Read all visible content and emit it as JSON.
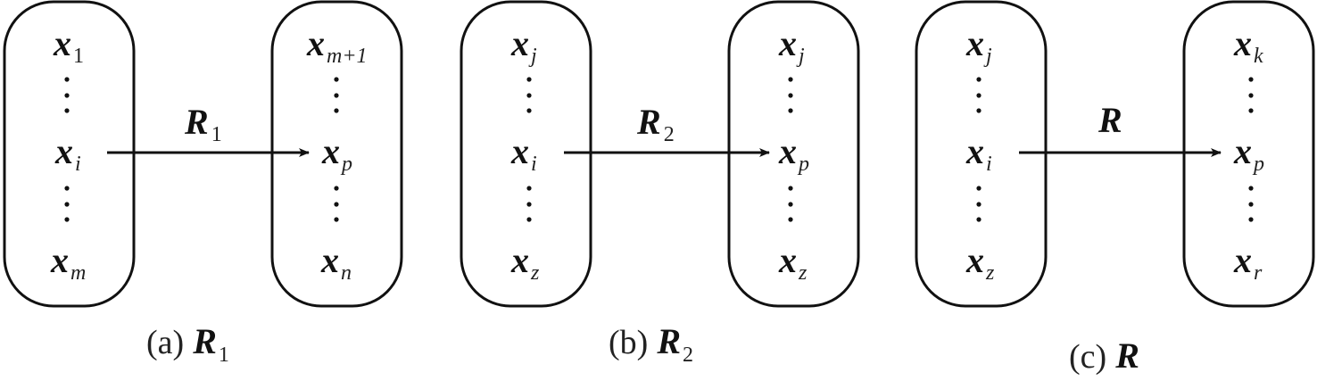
{
  "colors": {
    "stroke": "#111111",
    "background": "#ffffff"
  },
  "panels": [
    {
      "id": "a",
      "caption_prefix": "(a)",
      "caption_symbol": "R",
      "caption_sub": "1",
      "arrow_label": "R",
      "arrow_label_sub": "1",
      "left_set": [
        {
          "base": "x",
          "sub": "1",
          "sub_italic": false
        },
        {
          "base": "x",
          "sub": "i",
          "sub_italic": true
        },
        {
          "base": "x",
          "sub": "m",
          "sub_italic": true
        }
      ],
      "right_set": [
        {
          "base": "x",
          "sub": "m+1",
          "sub_italic": true
        },
        {
          "base": "x",
          "sub": "p",
          "sub_italic": true
        },
        {
          "base": "x",
          "sub": "n",
          "sub_italic": true
        }
      ]
    },
    {
      "id": "b",
      "caption_prefix": "(b)",
      "caption_symbol": "R",
      "caption_sub": "2",
      "arrow_label": "R",
      "arrow_label_sub": "2",
      "left_set": [
        {
          "base": "x",
          "sub": "j",
          "sub_italic": true
        },
        {
          "base": "x",
          "sub": "i",
          "sub_italic": true
        },
        {
          "base": "x",
          "sub": "z",
          "sub_italic": true
        }
      ],
      "right_set": [
        {
          "base": "x",
          "sub": "j",
          "sub_italic": true
        },
        {
          "base": "x",
          "sub": "p",
          "sub_italic": true
        },
        {
          "base": "x",
          "sub": "z",
          "sub_italic": true
        }
      ]
    },
    {
      "id": "c",
      "caption_prefix": "(c)",
      "caption_symbol": "R",
      "caption_sub": "",
      "arrow_label": "R",
      "arrow_label_sub": "",
      "left_set": [
        {
          "base": "x",
          "sub": "j",
          "sub_italic": true
        },
        {
          "base": "x",
          "sub": "i",
          "sub_italic": true
        },
        {
          "base": "x",
          "sub": "z",
          "sub_italic": true
        }
      ],
      "right_set": [
        {
          "base": "x",
          "sub": "k",
          "sub_italic": true
        },
        {
          "base": "x",
          "sub": "p",
          "sub_italic": true
        },
        {
          "base": "x",
          "sub": "r",
          "sub_italic": true
        }
      ]
    }
  ]
}
